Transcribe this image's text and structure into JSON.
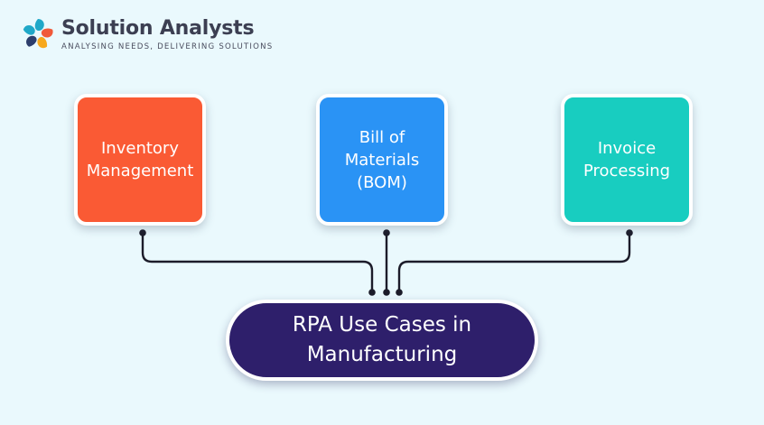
{
  "brand": {
    "name": "Solution Analysts",
    "tagline": "ANALYSING NEEDS, DELIVERING SOLUTIONS"
  },
  "boxes": [
    {
      "lines": [
        "Inventory",
        "Management"
      ],
      "color": "#fa5a34"
    },
    {
      "lines": [
        "Bill of",
        "Materials",
        "(BOM)"
      ],
      "color": "#2a93f5"
    },
    {
      "lines": [
        "Invoice",
        "Processing"
      ],
      "color": "#18cdc0"
    }
  ],
  "hub": {
    "lines": [
      "RPA Use Cases in",
      "Manufacturing"
    ],
    "color": "#2e1f6b"
  },
  "colors": {
    "background": "#eaf9fd",
    "connector": "#1c1c2a"
  }
}
